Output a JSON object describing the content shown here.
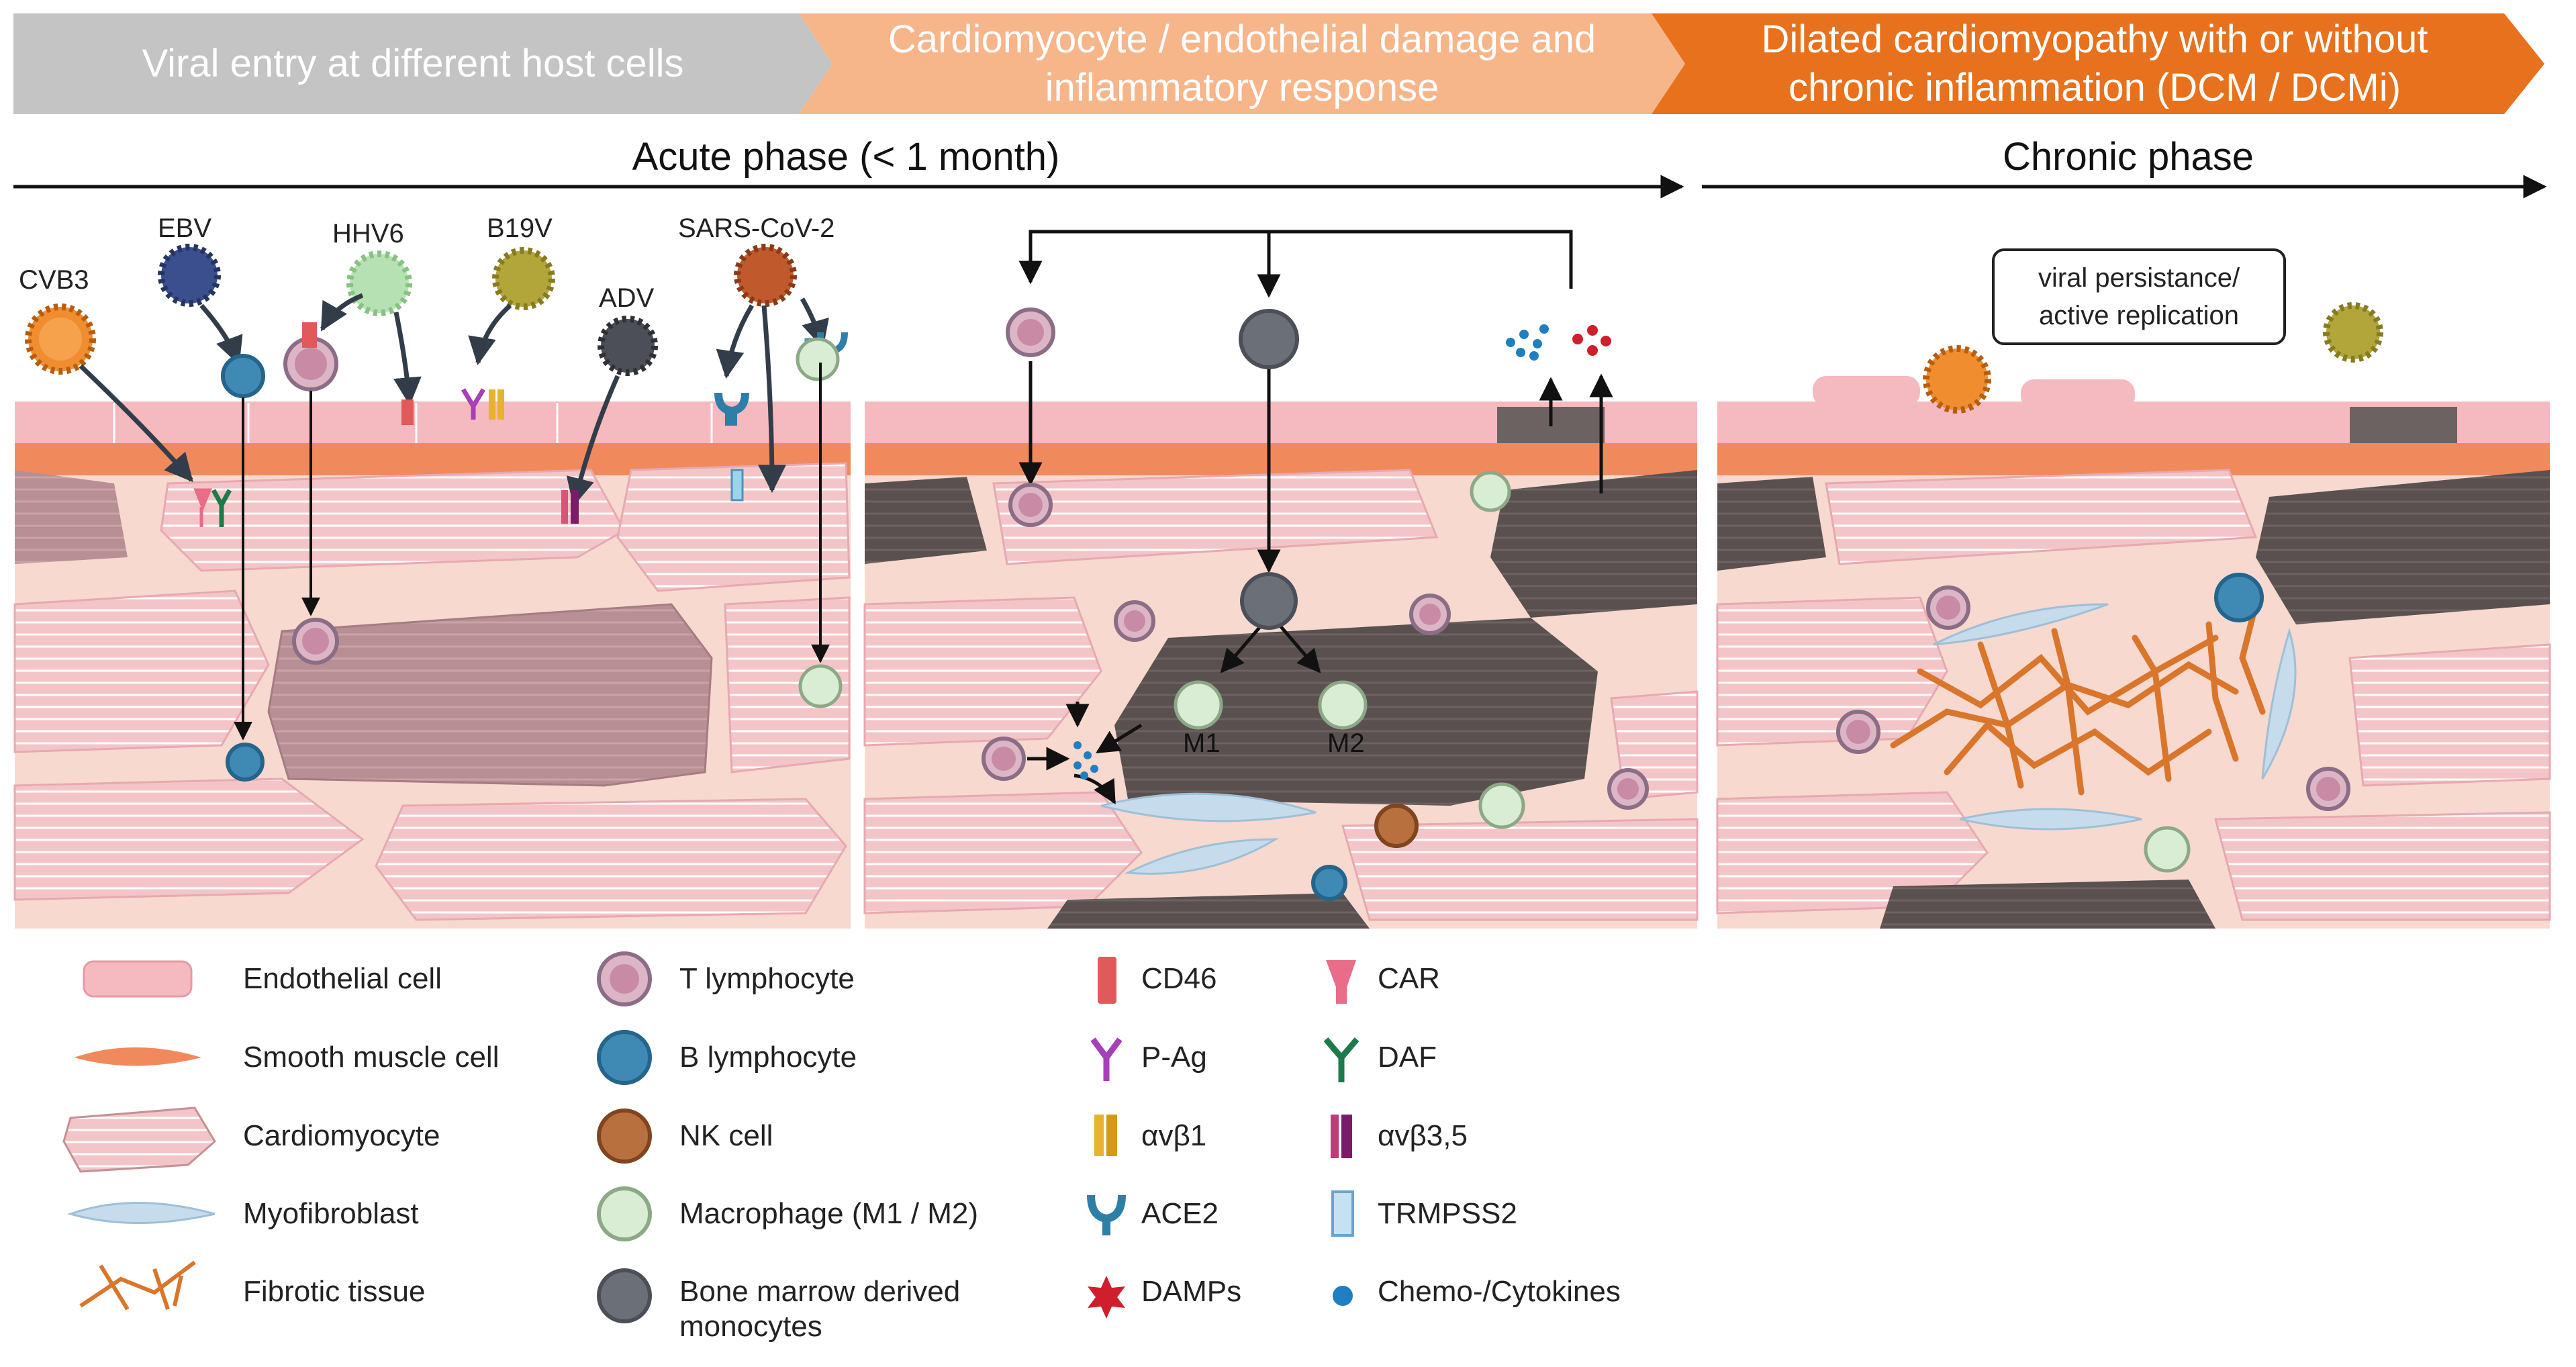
{
  "banners": [
    {
      "line1": "Viral entry at different host cells",
      "line2": "",
      "color": "#c4c4c4"
    },
    {
      "line1": "Cardiomyocyte / endothelial damage and",
      "line2": "inflammatory response",
      "color": "#f7b58a"
    },
    {
      "line1": "Dilated cardiomyopathy with or without",
      "line2": "chronic inflammation (DCM / DCMi)",
      "color": "#e8711d"
    }
  ],
  "phases": {
    "acute": "Acute phase (< 1 month)",
    "chronic": "Chronic phase"
  },
  "viruses": [
    "CVB3",
    "EBV",
    "HHV6",
    "B19V",
    "ADV",
    "SARS-CoV-2"
  ],
  "macrophage_labels": [
    "M1",
    "M2"
  ],
  "callout": {
    "line1": "viral persistance/",
    "line2": "active replication"
  },
  "legend": {
    "col1": [
      "Endothelial cell",
      "Smooth muscle cell",
      "Cardiomyocyte",
      "Myofibroblast",
      "Fibrotic tissue"
    ],
    "col2": [
      "T lymphocyte",
      "B lymphocyte",
      "NK cell",
      "Macrophage (M1 / M2)",
      "Bone marrow derived",
      "monocytes"
    ],
    "col3": [
      "CD46",
      "P-Ag",
      "αvβ1",
      "ACE2",
      "DAMPs"
    ],
    "col4": [
      "CAR",
      "DAF",
      "αvβ3,5",
      "TRMPSS2",
      "Chemo-/Cytokines"
    ]
  },
  "colors": {
    "endothelial": "#f5b9c0",
    "smooth_muscle": "#f08a5d",
    "cardiomyocyte": "#f4c5c8",
    "damaged_cardiomyocyte": "#5a5050",
    "myofibroblast": "#c6dcec",
    "fibrosis": "#d9762c",
    "t_cell": "#c98aa5",
    "b_cell": "#3f8ab5",
    "monocyte": "#6b6f78",
    "tissue_bg": "#f7d9cf"
  }
}
